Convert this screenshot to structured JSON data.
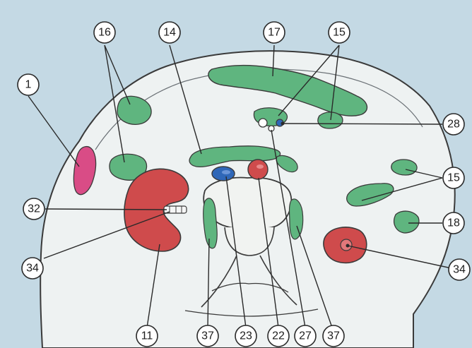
{
  "colors": {
    "background": "#c4d9e4",
    "body": "#eef2f2",
    "outline": "#3a3a3a",
    "green": "#5fb57f",
    "red": "#cf4b4c",
    "pink": "#d94c86",
    "blue": "#2f67b8",
    "bone": "#f1f3f1"
  },
  "labels": {
    "l1": "1",
    "l16": "16",
    "l14": "14",
    "l17": "17",
    "l15_top": "15",
    "l28": "28",
    "l15_right": "15",
    "l18": "18",
    "l32": "32",
    "l34_left": "34",
    "l34_right": "34",
    "l11": "11",
    "l37_left": "37",
    "l23": "23",
    "l22": "22",
    "l27": "27",
    "l37_right": "37"
  }
}
